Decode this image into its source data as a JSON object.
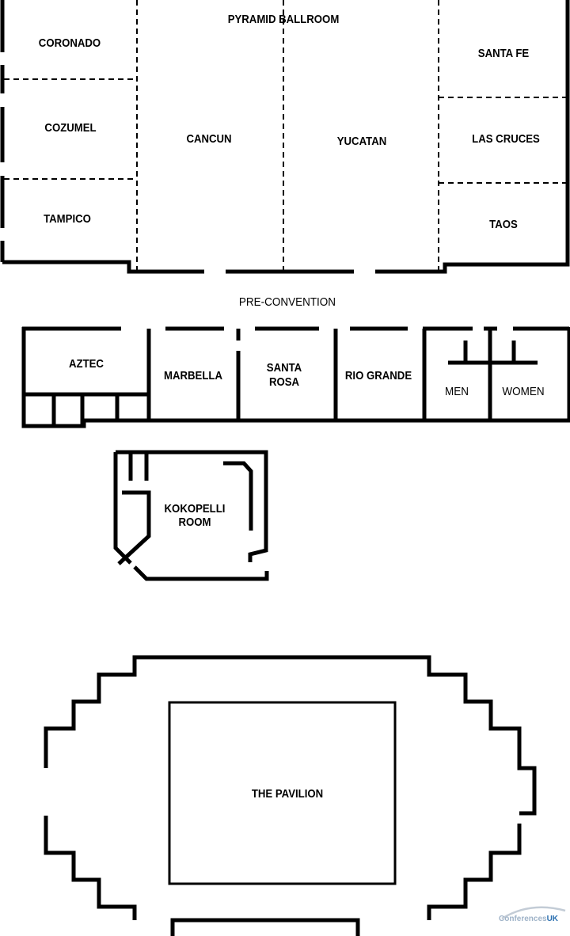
{
  "ballroom": {
    "title": "PYRAMID BALLROOM",
    "rooms": {
      "coronado": "CORONADO",
      "cozumel": "COZUMEL",
      "tampico": "TAMPICO",
      "cancun": "CANCUN",
      "yucatan": "YUCATAN",
      "santa_fe": "SANTA FE",
      "las_cruces": "LAS CRUCES",
      "taos": "TAOS"
    }
  },
  "pre_convention": "PRE-CONVENTION",
  "meeting_rooms": {
    "aztec": "AZTEC",
    "marbella": "MARBELLA",
    "santa_rosa": [
      "SANTA",
      "ROSA"
    ],
    "rio_grande": "RIO GRANDE",
    "men": "MEN",
    "women": "WOMEN"
  },
  "kokopelli": [
    "KOKOPELLI",
    "ROOM"
  ],
  "pavilion": "THE PAVILION",
  "watermark": {
    "main": "Conferences",
    "suffix": "UK"
  }
}
